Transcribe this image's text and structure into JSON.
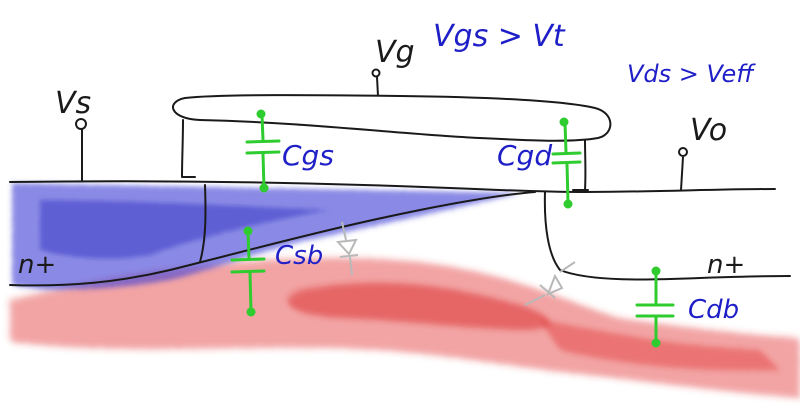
{
  "labels": {
    "vs": "Vs",
    "vg": "Vg",
    "vo": "Vo",
    "cond1": "Vgs > Vt",
    "cond2": "Vds > Veff",
    "cgs": "Cgs",
    "cgd": "Cgd",
    "csb": "Csb",
    "cdb": "Cdb",
    "n_left": "n+",
    "n_right": "n+"
  },
  "colors": {
    "ink": "#1a1a1a",
    "blue_text": "#1f1fc8",
    "green_cap": "#2ecc2e",
    "channel_blue": "#3a3ad6",
    "substrate_red": "#e23030",
    "diode_gray": "#b8b8b8"
  }
}
